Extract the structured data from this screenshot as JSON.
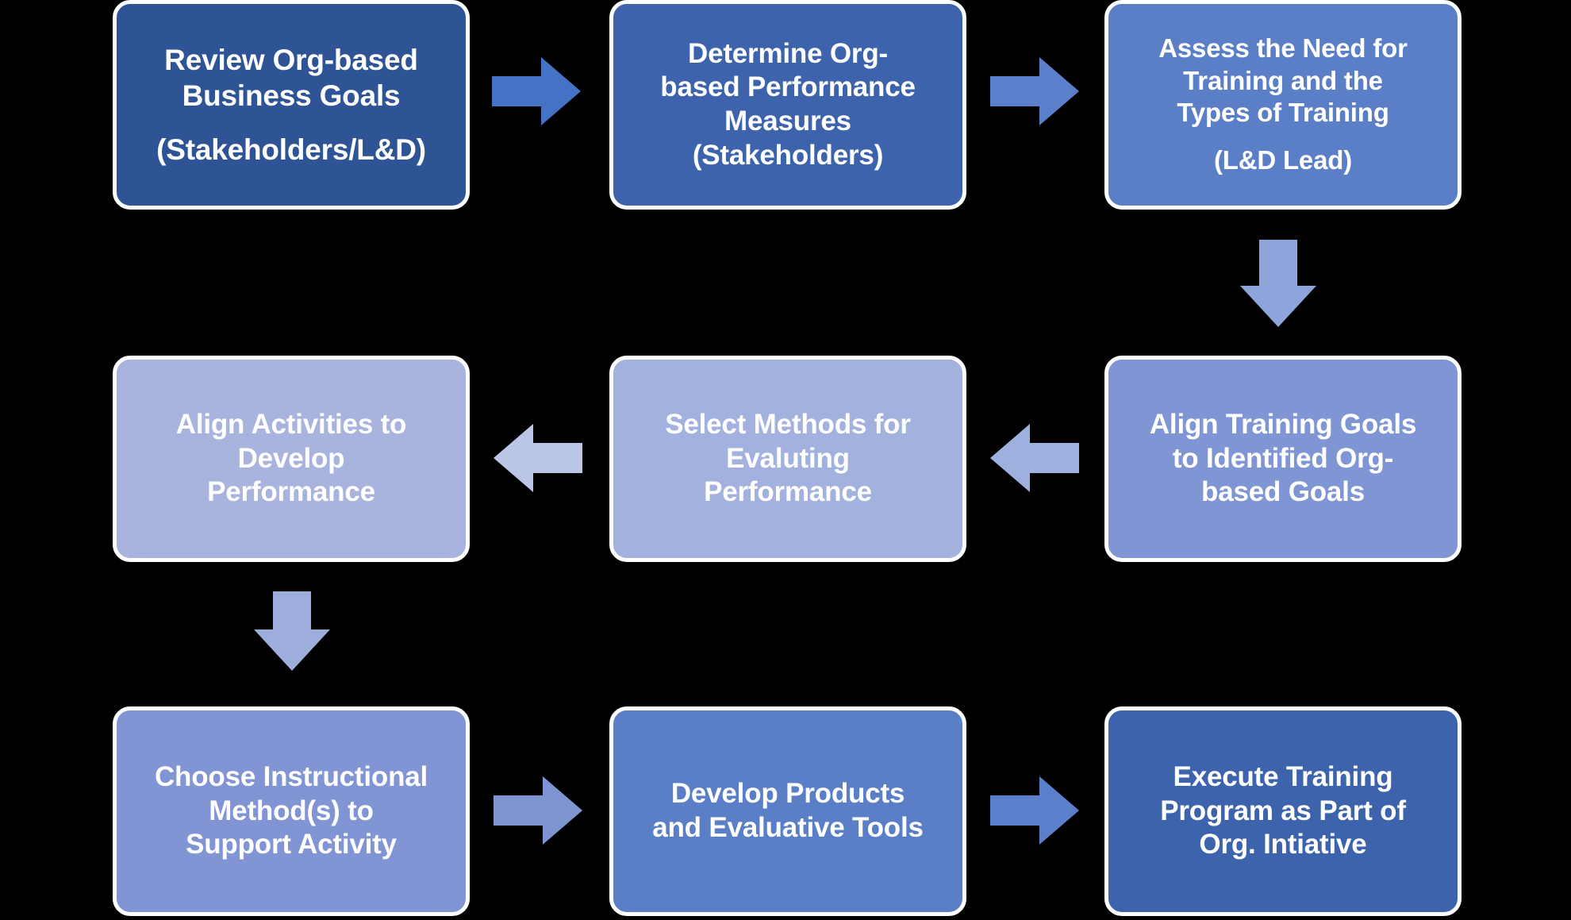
{
  "diagram": {
    "type": "flowchart",
    "background_color": "#000000",
    "box_border_color": "#FFFFFF",
    "text_color": "#FFFFFF",
    "nodes": [
      {
        "id": "review-org-based-business-goals",
        "lines": [
          "Review Org-based",
          "Business Goals"
        ],
        "sub": "(Stakeholders/L&D)",
        "color": "#2E5496",
        "font_size": "37px"
      },
      {
        "id": "determine-org-based-performance-measures",
        "lines": [
          "Determine Org-",
          "based Performance",
          "Measures"
        ],
        "sub": "(Stakeholders)",
        "color": "#3C63AC",
        "font_size": "35px"
      },
      {
        "id": "assess-need-for-training",
        "lines": [
          "Assess the Need for",
          "Training and the",
          "Types of Training"
        ],
        "sub": "(L&D Lead)",
        "color": "#5B7FC7",
        "font_size": "33px"
      },
      {
        "id": "align-training-goals",
        "lines": [
          "Align Training Goals",
          "to Identified Org-",
          "based Goals"
        ],
        "sub": "",
        "color": "#8096D4",
        "font_size": "35px"
      },
      {
        "id": "select-methods-for-evaluating-performance",
        "lines": [
          "Select Methods for",
          "Evaluting",
          "Performance"
        ],
        "sub": "",
        "color": "#A3B1DE",
        "font_size": "35px"
      },
      {
        "id": "align-activities-to-develop-performance",
        "lines": [
          "Align Activities to",
          "Develop",
          "Performance"
        ],
        "sub": "",
        "color": "#A8B4DE",
        "font_size": "35px"
      },
      {
        "id": "choose-instructional-methods",
        "lines": [
          "Choose Instructional",
          "Method(s) to",
          "Support Activity"
        ],
        "sub": "",
        "color": "#8194D4",
        "font_size": "35px"
      },
      {
        "id": "develop-products-and-evaluative-tools",
        "lines": [
          "Develop Products",
          "and Evaluative Tools"
        ],
        "sub": "",
        "color": "#5B7FC7",
        "font_size": "35px"
      },
      {
        "id": "execute-training-program",
        "lines": [
          "Execute Training",
          "Program as Part of",
          "Org. Intiative"
        ],
        "sub": "",
        "color": "#3C63AC",
        "font_size": "35px"
      }
    ],
    "connectors": [
      {
        "id": "arrow-right-1",
        "direction": "right",
        "color": "#4472C4"
      },
      {
        "id": "arrow-right-2",
        "direction": "right",
        "color": "#5B7FCB"
      },
      {
        "id": "arrow-down-1",
        "direction": "down",
        "color": "#8EA5DB"
      },
      {
        "id": "arrow-left-1",
        "direction": "left",
        "color": "#9DB0DE"
      },
      {
        "id": "arrow-left-2",
        "direction": "left",
        "color": "#BAC5E8"
      },
      {
        "id": "arrow-down-2",
        "direction": "down",
        "color": "#9DAEDC"
      },
      {
        "id": "arrow-right-3",
        "direction": "right",
        "color": "#7F95D1"
      },
      {
        "id": "arrow-right-4",
        "direction": "right",
        "color": "#5B7FCB"
      }
    ]
  }
}
